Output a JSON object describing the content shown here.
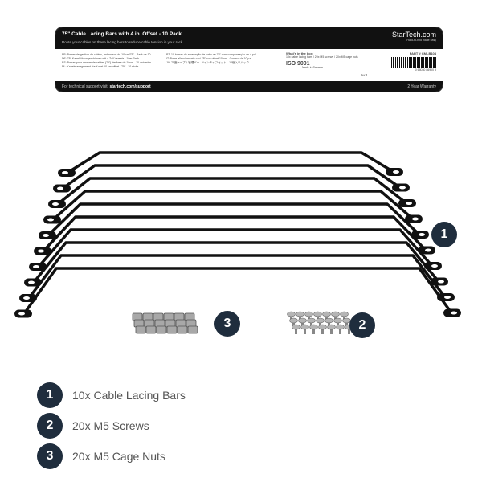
{
  "label": {
    "title": "75\" Cable Lacing Bars with 4 in. Offset - 10 Pack",
    "subtitle": "Route your cables on these lacing bars to reduce cable tension in your rack",
    "brand": "StarTech.com",
    "brand_tagline": "Hard-to-find made easy",
    "translations_left": [
      "FR: Barres de gestion de câbles, inclinaison de 10 cm/75\" - Pack de 10",
      "DE: 75\" Kabelführungsschienen mit 4 Zoll Versatz - 10er Pack",
      "ES: Barras para amarre de cables (75\") desfase de 10cm - 10 unidades",
      "NL: Kabelmanagement staaf met 10 cm offset / 75\" - 10 stuks"
    ],
    "translations_right": [
      "PT: 10 barras de amarração de cabo de 75\" com compensação de 4 pol.",
      "IT: Barre allacciamento cavi 75\" con offset 10 cm - Confez. da 10 pz.",
      "JA: 75度ケーブル管理バー　4インチオフセット　10個入りパック"
    ],
    "box_heading": "What's in the box:",
    "box_contents": "10x cable lacing bars / 20x M5 screws / 20x M5 cage nuts",
    "iso": "ISO 9001",
    "made_in": "Made in Canada",
    "rev": "Rev B",
    "part": "PART # CMLB104",
    "barcode_number": "0 65030 86900 3",
    "support_prefix": "For technical support visit:",
    "support_url": "startech.com/support",
    "warranty": "2 Year Warranty"
  },
  "callouts": [
    "1",
    "2",
    "3"
  ],
  "contents": [
    {
      "num": "1",
      "text": "10x Cable Lacing Bars"
    },
    {
      "num": "2",
      "text": "20x M5 Screws"
    },
    {
      "num": "3",
      "text": "20x M5 Cage Nuts"
    }
  ],
  "colors": {
    "badge": "#1f2d3d",
    "bar": "#111111"
  }
}
